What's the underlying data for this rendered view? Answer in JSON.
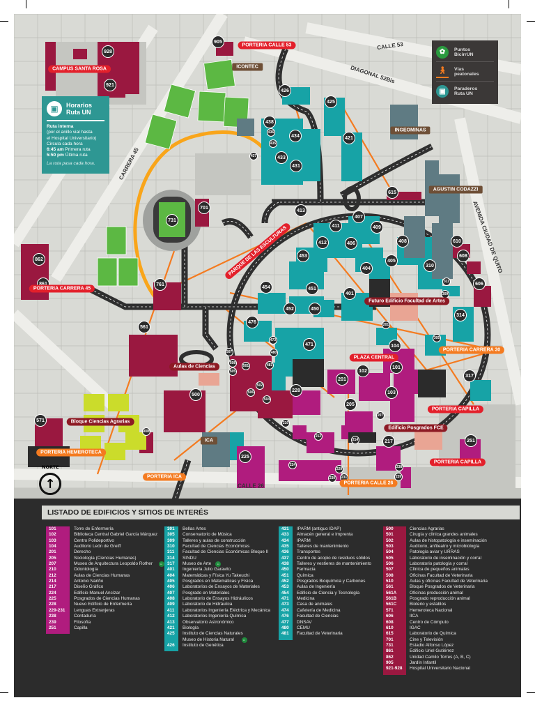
{
  "colors": {
    "academic_magenta": "#b01c7e",
    "science_teal": "#17a3a6",
    "health_crimson": "#9a1840",
    "road": "#2f2f2f",
    "walkway": "#f47b20",
    "porteria_red": "#e3202b",
    "field_green": "#5cb843",
    "legend_bg": "#3b3837",
    "horarios_bg": "#2e9793"
  },
  "map": {
    "horarios": {
      "title_line1": "Horarios",
      "title_line2": "Ruta UN",
      "icon": "bus-icon",
      "line1": "Ruta interna",
      "line2": "(por el anillo vial hasta",
      "line3": "el Hospital Universitario)",
      "line4": "Circula cada hora",
      "time1": "6:45 am",
      "time1_label": "Primera ruta",
      "time2": "5:50 pm",
      "time2_label": "Última ruta",
      "note": "La ruta pasa cada hora."
    },
    "legend": [
      {
        "icon": "bicycle-icon",
        "label1": "Puntos",
        "label2": "BicirrUN"
      },
      {
        "icon": "pedestrian-icon",
        "label1": "Vías",
        "label2": "peatonales"
      },
      {
        "icon": "bus-icon",
        "label1": "Paraderos",
        "label2": "Ruta UN"
      }
    ],
    "porterias": [
      "PORTERIA CALLE 53",
      "PORTERIA CARRERA 45",
      "PORTERIA CARRERA 30",
      "PORTERIA CAPILLA",
      "PORTERIA CAPILLA",
      "PORTERIA CALLE 26",
      "PORTERIA HEMEROTECA",
      "PORTERIA ICA"
    ],
    "places": [
      "PLAZA CENTRAL",
      "PARQUE DE LAS ESCULTURAS",
      "ICONTEC",
      "INGEOMINAS",
      "AGUSTIN CODAZZI",
      "ICA",
      "CAMPUS SANTA ROSA",
      "Aulas de Ciencias",
      "Futuro Edificio Facultad de Artes",
      "Edificio Posgrados FCE",
      "Bloque Ciencias Agrarias"
    ],
    "streets": [
      "CALLE 53",
      "DIAGONAL 52Bis",
      "CARRERA 45",
      "AVENIDA CIUDAD DE QUITO",
      "CALLE 26"
    ],
    "north_label": "NORTE",
    "badges": [
      "928",
      "921",
      "905",
      "426",
      "425",
      "438",
      "434",
      "436",
      "435",
      "433",
      "431",
      "421",
      "437",
      "615",
      "701",
      "731",
      "413",
      "407",
      "411",
      "409",
      "412",
      "406",
      "408",
      "610",
      "608",
      "453",
      "405",
      "404",
      "310",
      "311",
      "309",
      "606",
      "862",
      "861",
      "761",
      "454",
      "451",
      "401",
      "452",
      "450",
      "314",
      "476",
      "201",
      "561",
      "305",
      "471",
      "104",
      "473",
      "480",
      "481",
      "507",
      "508",
      "501",
      "505",
      "102",
      "101",
      "201",
      "317",
      "500",
      "228",
      "103",
      "205",
      "502",
      "504",
      "506",
      "571",
      "500B",
      "210",
      "207",
      "212",
      "214",
      "217",
      "251",
      "225",
      "224",
      "238",
      "229",
      "230",
      "231",
      "239"
    ]
  },
  "listing": {
    "title": "LISTADO DE EDIFICIOS Y SITIOS DE INTERÉS",
    "columns": [
      [
        [
          "101",
          "Torre de Enfermería"
        ],
        [
          "102",
          "Biblioteca Central Gabriel García Márquez"
        ],
        [
          "103",
          "Centro Polideportivo"
        ],
        [
          "104",
          "Auditorio León de Greiff"
        ],
        [
          "201",
          "Derecho"
        ],
        [
          "205",
          "Sociología (Ciencias Humanas)"
        ],
        [
          "207",
          "Museo de Arquitectura Leopoldo Rother"
        ],
        [
          "210",
          "Odontología"
        ],
        [
          "212",
          "Aulas de Ciencias Humanas"
        ],
        [
          "214",
          "Antonio Nariño"
        ],
        [
          "217",
          "Diseño Gráfico"
        ],
        [
          "224",
          "Edificio Manuel Ancízar"
        ],
        [
          "225",
          "Posgrados de Ciencias Humanas"
        ],
        [
          "228",
          "Nuevo Edificio de Enfermería"
        ],
        [
          "229-231",
          "Lenguas Extranjeras"
        ],
        [
          "238",
          "Contaduría"
        ],
        [
          "239",
          "Filosofía"
        ],
        [
          "251",
          "Capilla"
        ]
      ],
      [
        [
          "301",
          "Bellas Artes"
        ],
        [
          "305",
          "Conservatorio de Música"
        ],
        [
          "309",
          "Talleres y aulas de construcción"
        ],
        [
          "310",
          "Facultad de Ciencias Económicas"
        ],
        [
          "311",
          "Facultad de Ciencias Económicas Bloque II"
        ],
        [
          "314",
          "SINDU"
        ],
        [
          "317",
          "Museo de Arte"
        ],
        [
          "401",
          "Ingeniería Julio Garavito"
        ],
        [
          "404",
          "Matemáticas y Física Yu Takeuchi"
        ],
        [
          "405",
          "Posgrados en Matemáticas y Física"
        ],
        [
          "406",
          "Laboratorios de Ensayos de Materiales"
        ],
        [
          "407",
          "Posgrado en Materiales"
        ],
        [
          "408",
          "Laboratorio de Ensayos Hidráulicos"
        ],
        [
          "409",
          "Laboratorio de Hidráulica"
        ],
        [
          "411",
          "Laboratorios Ingeniería Eléctrica y Mecánica"
        ],
        [
          "412",
          "Laboratorios Ingeniería Química"
        ],
        [
          "413",
          "Observatorio Astronómico"
        ],
        [
          "421",
          "Biología"
        ],
        [
          "425",
          "Instituto de Ciencias Naturales"
        ],
        [
          "",
          "Museo de Historia Natural"
        ],
        [
          "426",
          "Instituto de Genética"
        ]
      ],
      [
        [
          "431",
          "IPARM (antiguo IDAP)"
        ],
        [
          "433",
          "Almacén general e Imprenta"
        ],
        [
          "434",
          "IPARM"
        ],
        [
          "435",
          "Talleres de mantenimiento"
        ],
        [
          "436",
          "Transportes"
        ],
        [
          "437",
          "Centro de acopio de residuos sólidos"
        ],
        [
          "438",
          "Talleres y vestieres de mantenimiento"
        ],
        [
          "450",
          "Farmacia"
        ],
        [
          "451",
          "Química"
        ],
        [
          "452",
          "Posgrados Bioquímica y Carbones"
        ],
        [
          "453",
          "Aulas de Ingeniería"
        ],
        [
          "454",
          "Edificio de Ciencia y Tecnología"
        ],
        [
          "471",
          "Medicina"
        ],
        [
          "473",
          "Casa de animales"
        ],
        [
          "474",
          "Cafetería de Medicina"
        ],
        [
          "476",
          "Facultad de Ciencias"
        ],
        [
          "477",
          "DNSAV"
        ],
        [
          "480",
          "CEMU"
        ],
        [
          "481",
          "Facultad de Veterinaria"
        ]
      ],
      [
        [
          "500",
          "Ciencias Agrarias"
        ],
        [
          "501",
          "Cirugía y clínica grandes animales"
        ],
        [
          "502",
          "Aulas de histopatología e inseminación"
        ],
        [
          "503",
          "Auditorio, anfiteatro y microbiología"
        ],
        [
          "504",
          "Patología aviar y URRAS"
        ],
        [
          "505",
          "Laboratorio de inseminación y corral"
        ],
        [
          "506",
          "Laboratorio patología y corral"
        ],
        [
          "507",
          "Clínica de pequeños animales"
        ],
        [
          "508",
          "Oficinas Facultad de Veterinaria"
        ],
        [
          "510",
          "Aulas y oficinas Facultad de Veterinaria"
        ],
        [
          "561",
          "Bloque Posgrados de Veterinaria"
        ],
        [
          "561A",
          "Oficinas producción animal"
        ],
        [
          "561B",
          "Posgrado reproducción animal"
        ],
        [
          "561C",
          "Bioterio y establos"
        ],
        [
          "571",
          "Hemeroteca Nacional"
        ],
        [
          "606",
          "IICA"
        ],
        [
          "608",
          "Centro de Cómputo"
        ],
        [
          "610",
          "IGAC"
        ],
        [
          "615",
          "Laboratorio de Química"
        ],
        [
          "701",
          "Cine y Televisión"
        ],
        [
          "731",
          "Estadio Alfonso López"
        ],
        [
          "861",
          "Edificio Uriel Gutiérrez"
        ],
        [
          "862",
          "Unidad Camilo Torres (A, B, C)"
        ],
        [
          "905",
          "Jardín Infantil"
        ],
        [
          "921-928",
          "Hospital Universitario Nacional"
        ]
      ]
    ],
    "museum_icon": "museum-icon"
  }
}
